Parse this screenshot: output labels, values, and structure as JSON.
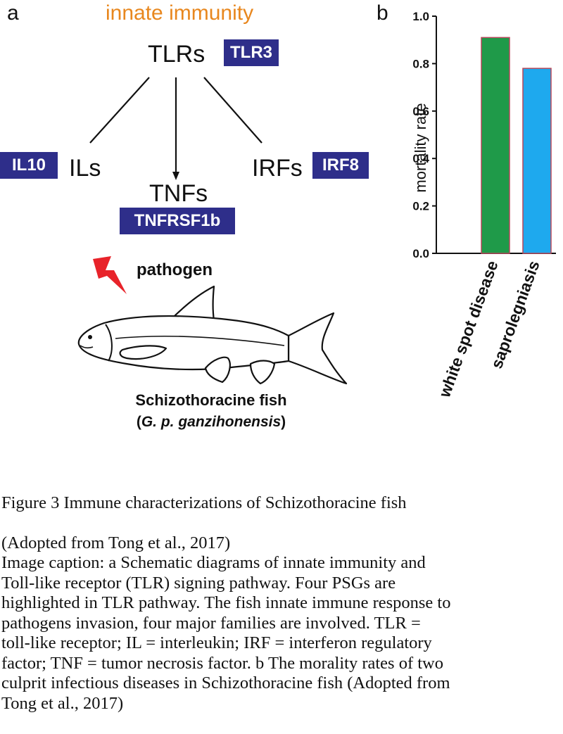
{
  "panel_a": {
    "letter": "a",
    "title": "innate immunity",
    "nodes": {
      "tlrs": "TLRs",
      "ils": "ILs",
      "tnfs": "TNFs",
      "irfs": "IRFs"
    },
    "badges": {
      "tlr3": "TLR3",
      "il10": "IL10",
      "tnfrsf1b": "TNFRSF1b",
      "irf8": "IRF8"
    },
    "pathogen_label": "pathogen",
    "fish_name": "Schizothoracine fish",
    "fish_species": "G. p. ganzihonensis",
    "colors": {
      "title": "#e8871e",
      "badge": "#2e2e8a",
      "lightning": "#e8232a"
    }
  },
  "panel_b": {
    "letter": "b"
  },
  "chart_data": {
    "type": "bar",
    "categories": [
      "white spot disease",
      "saprolegniasis"
    ],
    "values": [
      0.91,
      0.78
    ],
    "ylabel": "mortality rate",
    "ylim": [
      0,
      1.0
    ],
    "yticks": [
      "0.0",
      "0.2",
      "0.4",
      "0.6",
      "0.8",
      "1.0"
    ],
    "colors": [
      "#1f9a49",
      "#1ea9ee"
    ],
    "grid": false
  },
  "caption": {
    "figure_title": "Figure 3 Immune characterizations of Schizothoracine fish",
    "lines": [
      "(Adopted from Tong et al., 2017)",
      "Image caption: a Schematic diagrams of innate immunity and",
      "Toll-like receptor (TLR) signing pathway. Four PSGs are",
      "highlighted in TLR pathway. The fish innate immune response to",
      "pathogens invasion, four major families are involved. TLR =",
      "toll-like receptor; IL = interleukin; IRF = interferon regulatory",
      "factor; TNF = tumor necrosis factor. b The morality rates of two",
      "culprit infectious diseases in Schizothoracine fish (Adopted from",
      "Tong et al., 2017)"
    ]
  }
}
